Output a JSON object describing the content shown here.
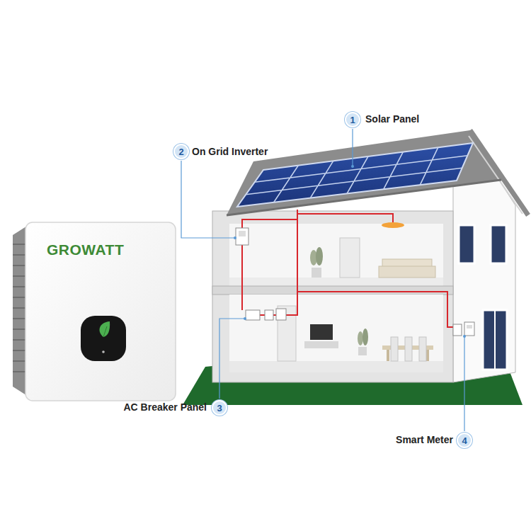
{
  "diagram": {
    "nodes": [
      {
        "text": [
          "1"
        ]
      },
      {
        "text": [
          "2"
        ]
      },
      {
        "text": [
          "3"
        ]
      },
      {
        "text": [
          "4"
        ]
      }
    ],
    "labels": [
      "Solar Panel",
      "On Grid Inverter",
      "GROWATT",
      "AC Breaker Panel",
      "Smart Meter"
    ]
  }
}
